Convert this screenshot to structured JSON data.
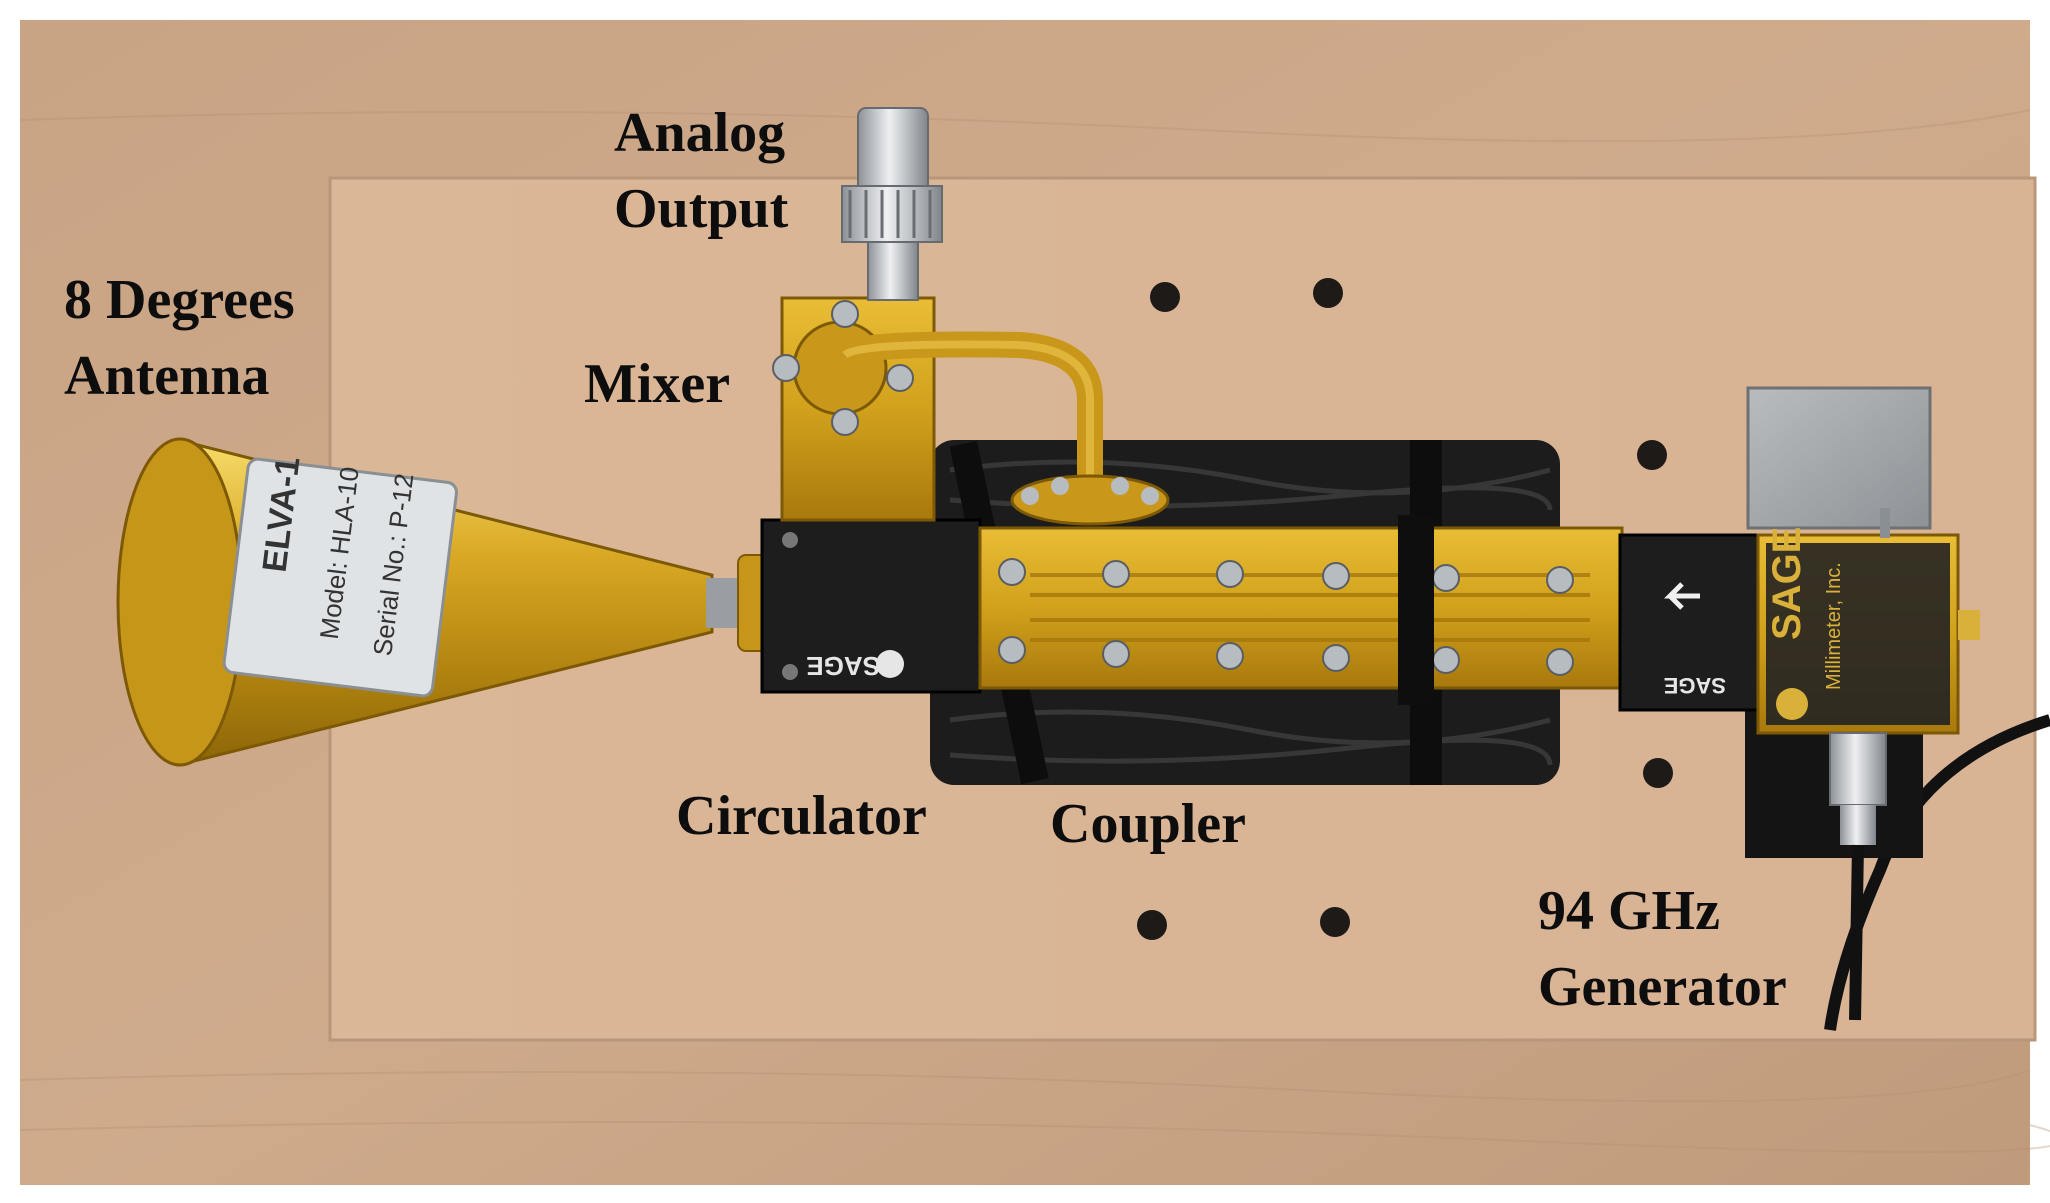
{
  "labels": {
    "antenna": [
      "8 Degrees",
      "Antenna"
    ],
    "analog_output": [
      "Analog",
      "Output"
    ],
    "mixer": [
      "Mixer"
    ],
    "circulator": [
      "Circulator"
    ],
    "coupler": [
      "Coupler"
    ],
    "generator": [
      "94 GHz",
      "Generator"
    ]
  },
  "hardware_text": {
    "antenna_sticker": [
      "ELVA-1",
      "Model: HLA-10",
      "Serial No.: P-12"
    ],
    "circulator_brand": "SAGE",
    "isolator_brand": "SAGE",
    "generator_brand": "SAGE",
    "generator_sub": "Millimeter, Inc."
  },
  "colors": {
    "background": "#ffffff",
    "wood_outer": "#c9a484",
    "wood_board": "#d9b596",
    "gold": "#d2a21e",
    "black_part": "#1a1a1a",
    "label_text": "#0d0d0d"
  }
}
